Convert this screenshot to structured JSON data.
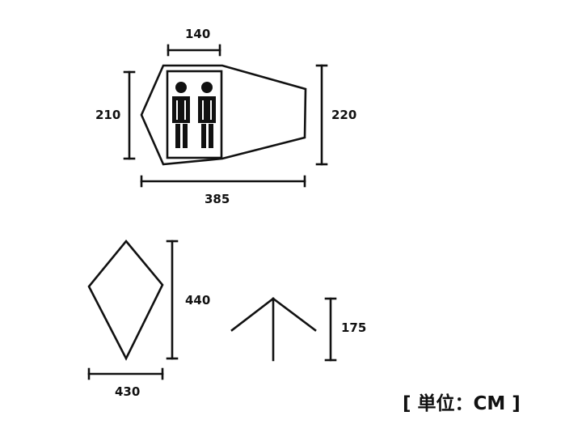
{
  "dimensions": {
    "floor_width": "140",
    "floor_length_left": "210",
    "floor_length_right": "220",
    "floor_total_length": "385",
    "tarp_height": "440",
    "tarp_width": "430",
    "pole_height": "175"
  },
  "unit_label": "[ 単位：CM ]",
  "colors": {
    "line": "#111111",
    "background": "#ffffff"
  },
  "figures": [
    "floor-plan",
    "person-icon",
    "person-icon",
    "diamond-tarp",
    "pole-frame"
  ]
}
